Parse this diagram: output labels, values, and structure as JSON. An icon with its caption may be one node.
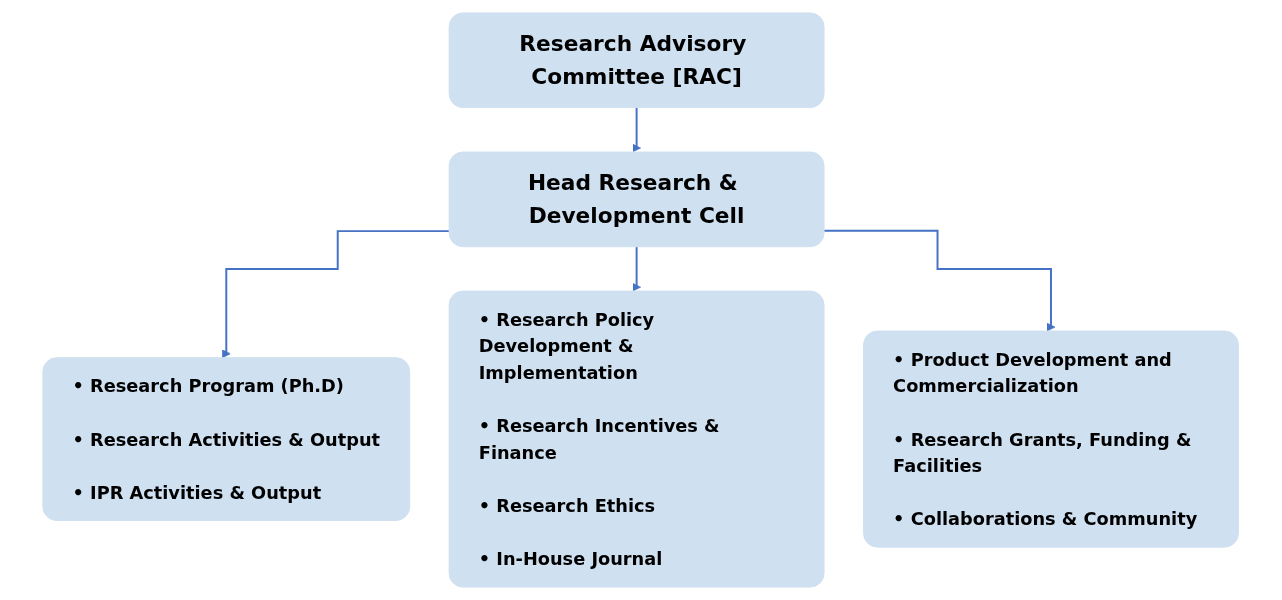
{
  "diagram": {
    "nodes": [
      {
        "text": [
          "Research Advisory Committee [RAC]"
        ]
      },
      {
        "text": [
          "Head Research & Development Cell"
        ]
      },
      {
        "text": [
          "• Research Program (Ph.D)",
          "• Research Activities & Output",
          "• IPR Activities & Output"
        ]
      },
      {
        "text": [
          "• Research Policy Development & Implementation",
          "• Research Incentives & Finance",
          "• Research Ethics",
          "• In-House Journal"
        ]
      },
      {
        "text": [
          "• Product Development and Commercialization",
          "• Research Grants, Funding & Facilities",
          "• Collaborations & Community"
        ]
      }
    ],
    "edges": [
      {
        "from": 0,
        "to": 1,
        "arrow": "to"
      },
      {
        "from": 1,
        "to": 2,
        "arrow": "to"
      },
      {
        "from": 1,
        "to": 3,
        "arrow": "to"
      },
      {
        "from": 1,
        "to": 4,
        "arrow": "to"
      }
    ]
  }
}
